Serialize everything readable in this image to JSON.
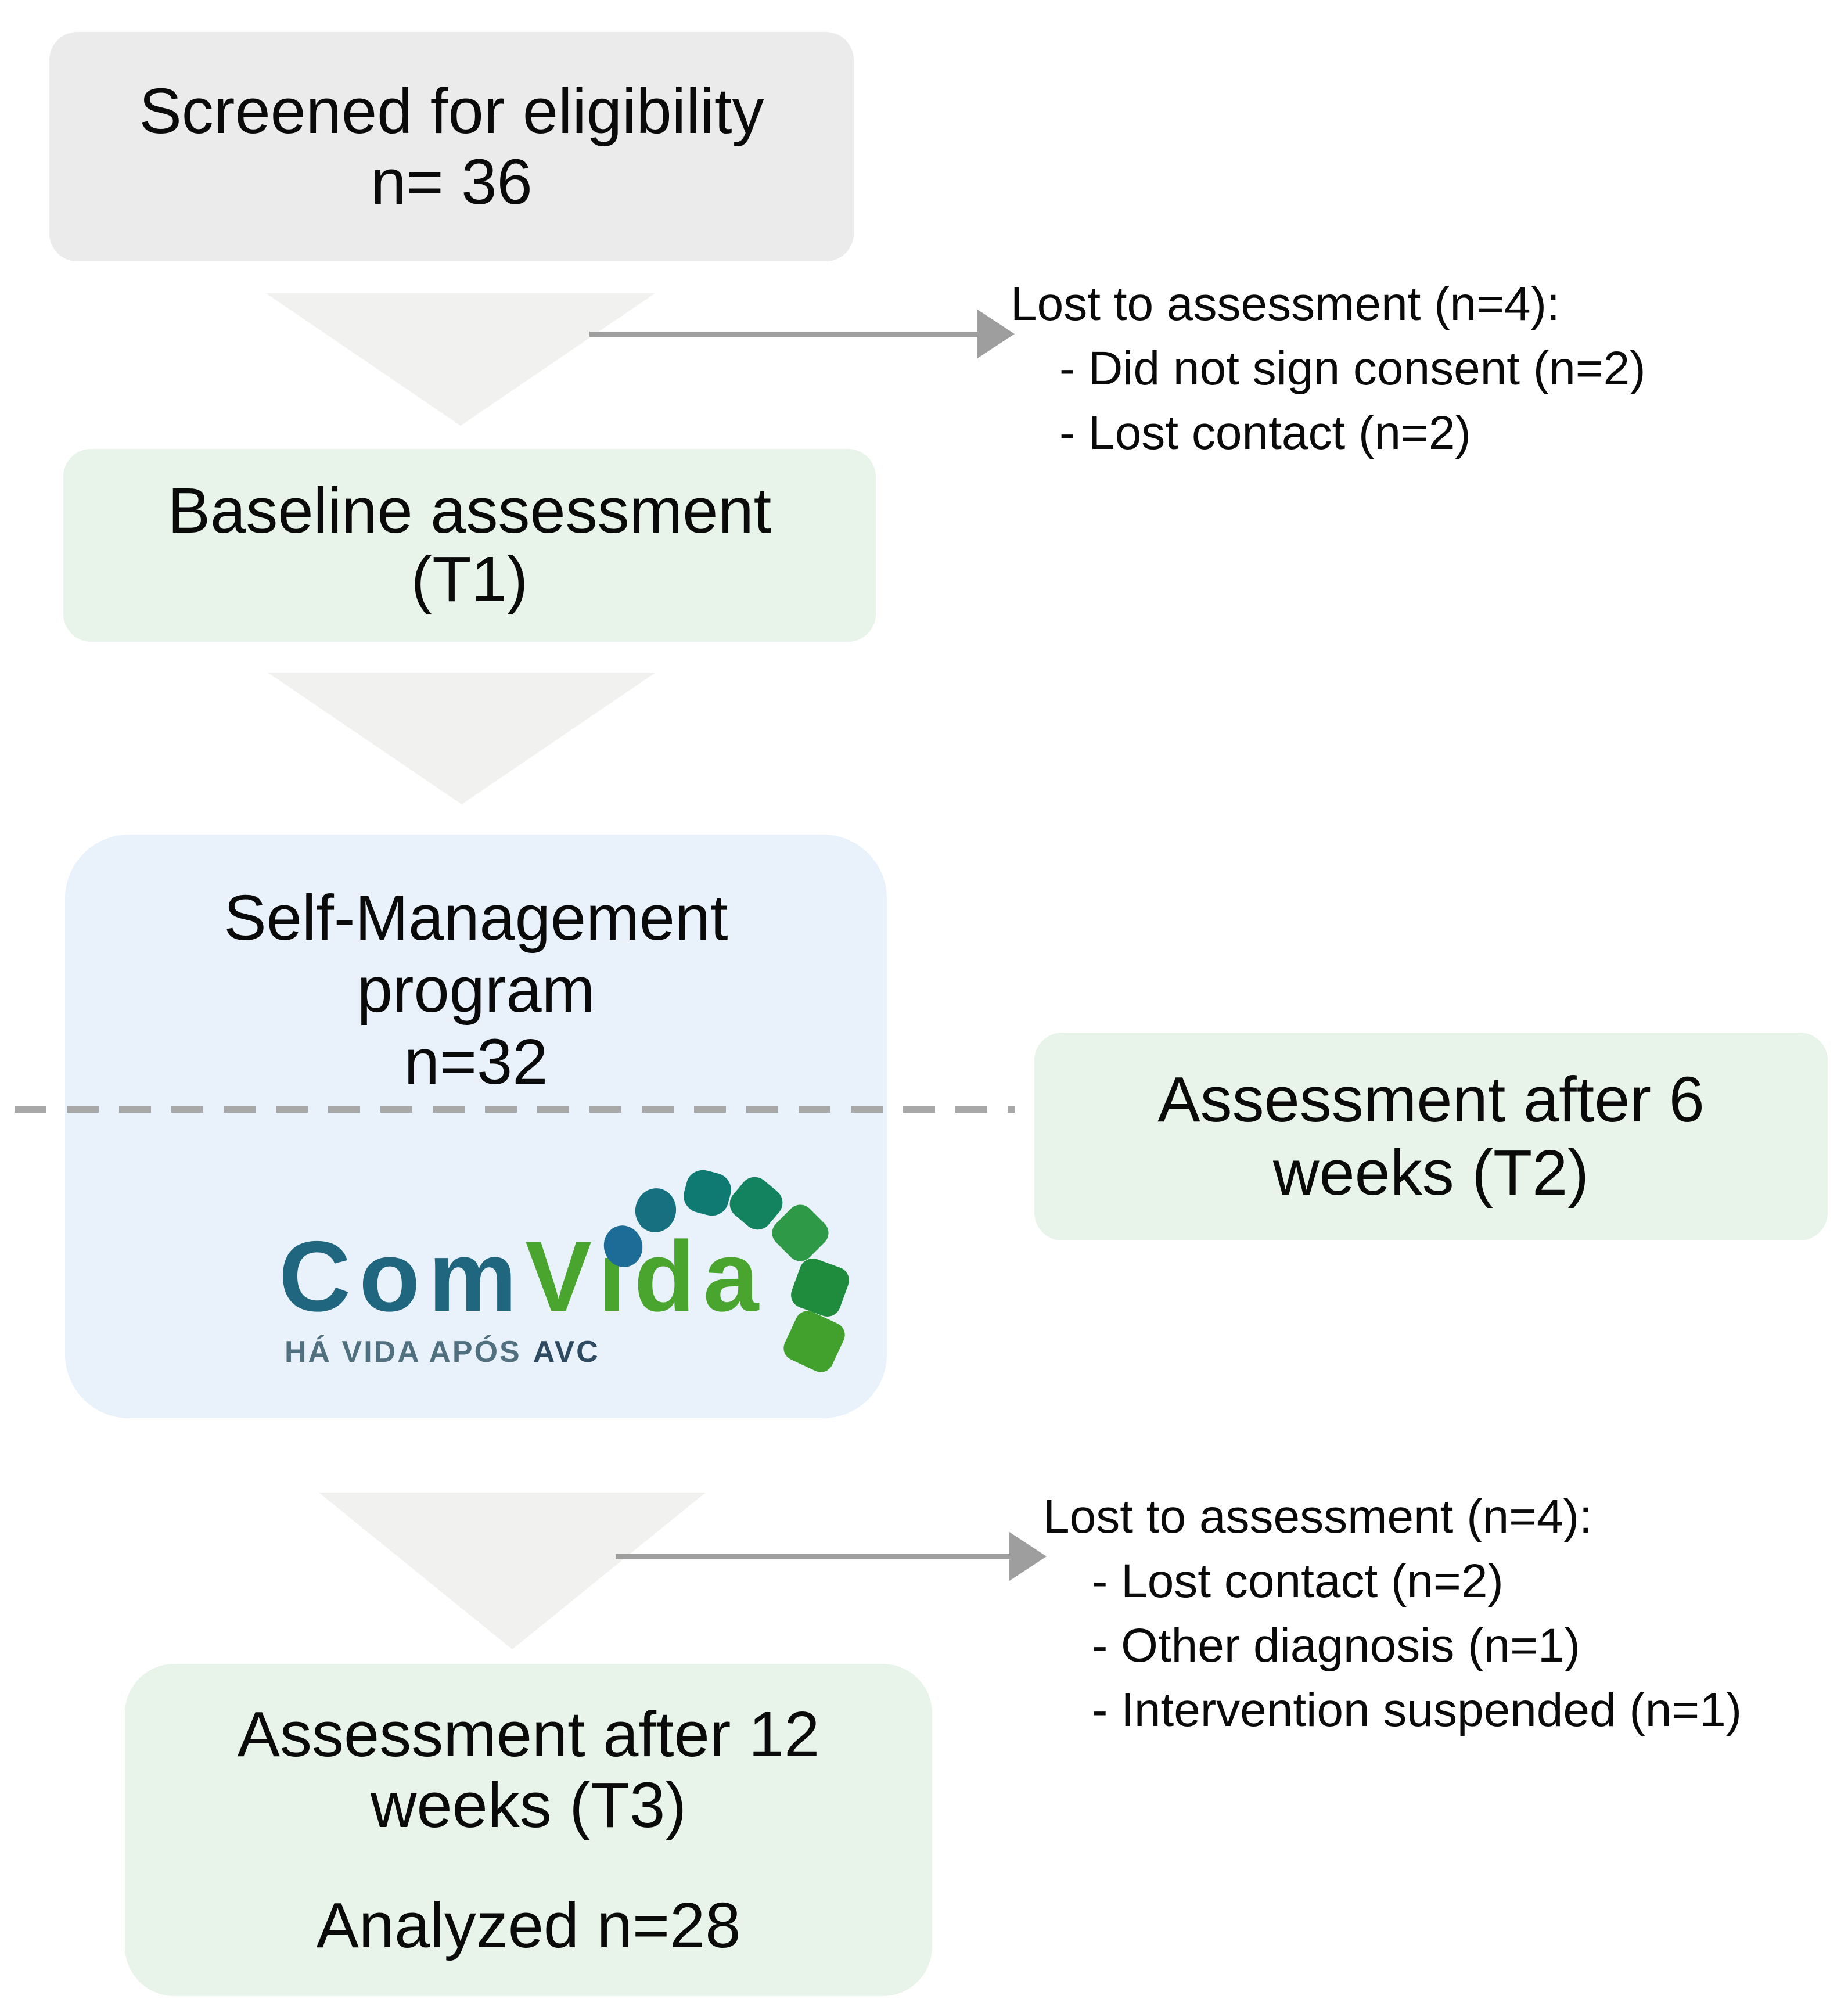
{
  "diagram": {
    "boxes": {
      "screened": {
        "line1": "Screened for eligibility",
        "line2": "n= 36"
      },
      "baseline": {
        "line1": "Baseline assessment",
        "line2": "(T1)"
      },
      "program": {
        "line1": "Self-Management",
        "line2": "program",
        "line3": "n=32"
      },
      "after6": {
        "line1": "Assessment after 6",
        "line2": "weeks (T2)"
      },
      "after12": {
        "line1": "Assessment after 12",
        "line2": "weeks (T3)",
        "analyzed": "Analyzed n=28"
      }
    },
    "annotations": {
      "lost_top": {
        "title": "Lost to assessment (n=4):",
        "items": [
          "- Did not sign consent (n=2)",
          "- Lost contact (n=2)"
        ]
      },
      "lost_bottom": {
        "title": "Lost to assessment (n=4):",
        "items": [
          "- Lost contact (n=2)",
          "- Other diagnosis (n=1)",
          "- Intervention suspended (n=1)"
        ]
      }
    },
    "logo": {
      "brand_com": "Com",
      "brand_vida": "Vida",
      "tagline": "HÁ VIDA APÓS",
      "tagline_bold": "AVC",
      "arc_colors": [
        "#1d6c97",
        "#16707f",
        "#0f7a72",
        "#13825f",
        "#2e9a47",
        "#1e8c3c",
        "#41a12c"
      ]
    },
    "colors": {
      "box_gray": "#ebebeb",
      "box_green": "#e8f3ea",
      "box_blue": "#e9f2fa",
      "triangle_gray": "#f1f1ef",
      "arrow_gray": "#9e9e9e",
      "dashed_gray": "#a8a8a8",
      "text": "#0a0a0a",
      "logo_com_teal": "#20667f",
      "logo_vida_green": "#4aa52f",
      "tagline_slate": "#51707f",
      "tagline_avc_navy": "#2d4a60"
    }
  }
}
